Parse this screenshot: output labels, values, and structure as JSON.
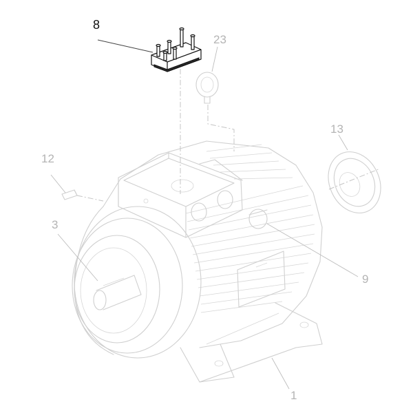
{
  "diagram": {
    "highlighted_part": "8",
    "callouts": [
      {
        "id": "c8",
        "label": "8"
      },
      {
        "id": "c23",
        "label": "23"
      },
      {
        "id": "c13",
        "label": "13"
      },
      {
        "id": "c12",
        "label": "12"
      },
      {
        "id": "c3",
        "label": "3"
      },
      {
        "id": "c9",
        "label": "9"
      },
      {
        "id": "c1",
        "label": "1"
      }
    ],
    "colors": {
      "highlight": "#111111",
      "ghost": "#cfcfcf",
      "callout_text": "#b4b4b4"
    }
  }
}
